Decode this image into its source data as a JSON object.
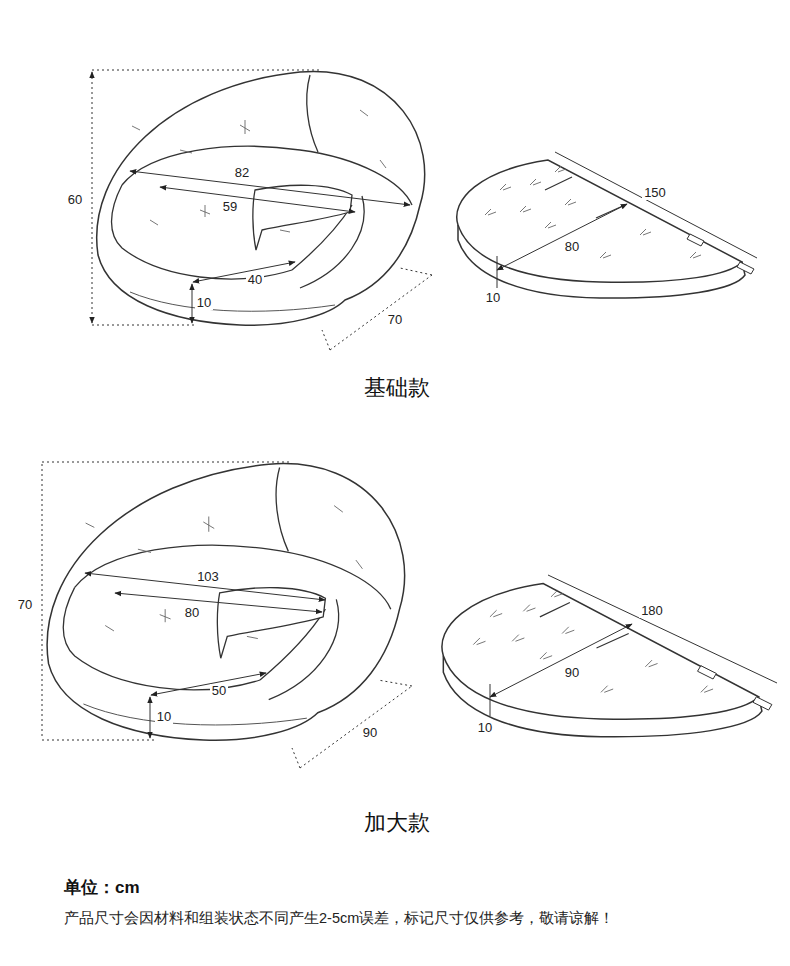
{
  "diagram": {
    "labels": [
      "60",
      "82",
      "59",
      "40",
      "10",
      "70",
      "150",
      "80",
      "10",
      "基础款",
      "70",
      "103",
      "80",
      "50",
      "10",
      "90",
      "180",
      "90",
      "10",
      "加大款",
      "单位：cm",
      "产品尺寸会因材料和组装状态不同产生2-5cm误差，标记尺寸仅供参考，敬请谅解！"
    ]
  }
}
